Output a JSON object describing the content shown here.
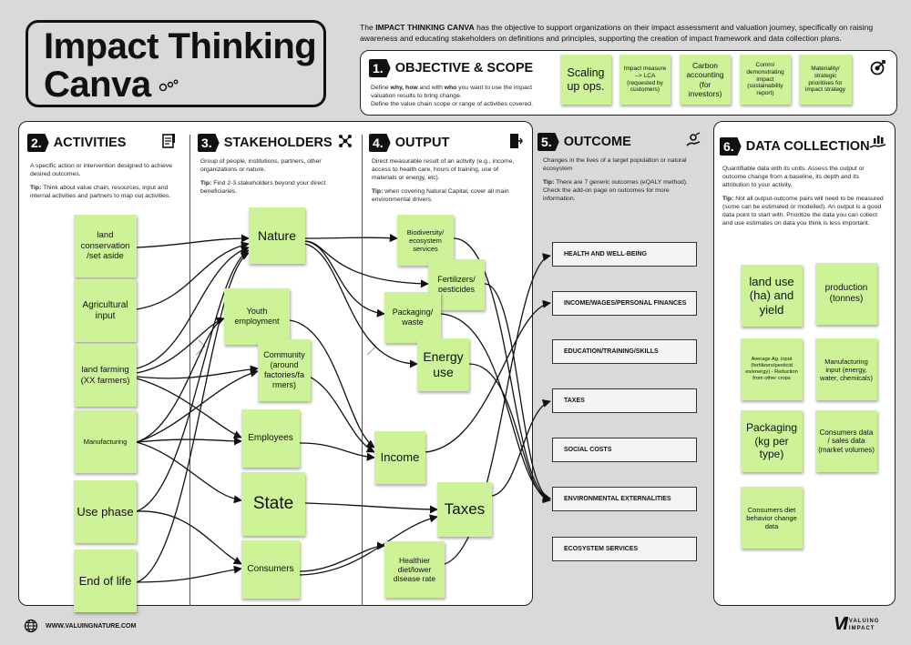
{
  "header": {
    "title_line1": "Impact Thinking",
    "title_line2": "Canva",
    "intro_lead": "The ",
    "intro_bold": "IMPACT THINKING CANVA",
    "intro_rest": " has the objective to support organizations on their impact assessment and valuation journey, specifically on raising awareness and educating stakeholders on definitions and principles, supporting the creation of impact framework and data collection plans."
  },
  "objective": {
    "num": "1.",
    "label": "OBJECTIVE & SCOPE",
    "desc_line1_pre": "Define ",
    "desc_line1_bold1": "why, how",
    "desc_line1_mid": " and with ",
    "desc_line1_bold2": "who",
    "desc_line1_post": " you want to use the impact valuation results to bring change.",
    "desc_line2": "Define the value chain scope or range of activities covered.",
    "notes": [
      "Scaling up ops.",
      "Impact measure --> LCA (requested by customers)",
      "Carbon accounting (for investors)",
      "Comm/ demonstrating impact (sustainability report)",
      "Materiality/ strategic prioritises for impact strategy"
    ]
  },
  "activities": {
    "num": "2.",
    "label": "ACTIVITIES",
    "desc": "A specific action or intervention designed to achieve desired outcomes.",
    "tip_label": "Tip:",
    "tip": " Think about value chain, resources, input and internal activities and partners to map out activities.",
    "notes": [
      "land conservation /set aside",
      "Agricultural input",
      "land farming (XX farmers)",
      "Manufacturing",
      "Use phase",
      "End of life"
    ]
  },
  "stakeholders": {
    "num": "3.",
    "label": "STAKEHOLDERS",
    "desc": "Group of people, institutions, partners, other organizations or nature.",
    "tip_label": "Tip:",
    "tip": " Find 2-3 stakeholders beyond your direct beneficiaries.",
    "notes": [
      "Nature",
      "Youth employment",
      "Community (around factories/fa rmers)",
      "Employees",
      "State",
      "Consumers"
    ]
  },
  "output": {
    "num": "4.",
    "label": "OUTPUT",
    "desc": "Direct measurable result of an activity (e.g., income, access to health care, hours of training, use of materials or energy, etc).",
    "tip_label": "Tip:",
    "tip": " when covering Natural Capital, cover all main environmental drivers.",
    "notes": [
      "Biodiversity/ ecosystem services",
      "Fertilizers/ pesticides",
      "Packaging/ waste",
      "Energy use",
      "Income",
      "Taxes",
      "Healthier diet/lower disease rate"
    ]
  },
  "outcome": {
    "num": "5.",
    "label": "OUTCOME",
    "desc": "Changes in the lives of a target population or natural ecosystem",
    "tip_label": "Tip:",
    "tip": " There are 7 generic outcomes (eQALY method). Check the add-on page on outcomes for more information.",
    "items": [
      "HEALTH AND WELL-BEING",
      "INCOME/WAGES/PERSONAL FINANCES",
      "EDUCATION/TRAINING/SKILLS",
      "TAXES",
      "SOCIAL COSTS",
      "ENVIRONMENTAL EXTERNALITIES",
      "ECOSYSTEM SERVICES"
    ]
  },
  "data_collection": {
    "num": "6.",
    "label": "DATA COLLECTION",
    "desc": "Quantifiable data with its units. Assess the output or outcome change from a baseline, its depth and its attribution to your activity.",
    "tip_label": "Tip:",
    "tip": " Not all output-outcome pairs will need to be measured (some can be estimated or modelled). An output is a good data point to start with. Prioritize the data you can collect and use estimates on data you think is less important.",
    "notes": [
      "land use (ha) and yield",
      "production (tonnes)",
      "Average Ag. input (fertilizers/pesticid es/energy) - Reduction from other crops",
      "Manufacturing input (energy, water, chemicals)",
      "Packaging (kg per type)",
      "Consumers data / sales data (market volumes)",
      "Consumers diet behavior change data"
    ]
  },
  "footer": {
    "url": "WWW.VALUINGNATURE.COM",
    "brand_line1": "VALUING",
    "brand_line2": "IMPACT",
    "brand_mark": "VI"
  },
  "icons": {
    "objective": "target-icon",
    "activities": "clipboard-icon",
    "stakeholders": "people-network-icon",
    "output": "exit-door-icon",
    "outcome": "growth-hand-icon",
    "data": "chart-hand-icon",
    "globe": "globe-icon"
  },
  "colors": {
    "sticky": "#cdf297",
    "background": "#d9d9d9",
    "panel": "#ffffff",
    "ink": "#111111"
  }
}
